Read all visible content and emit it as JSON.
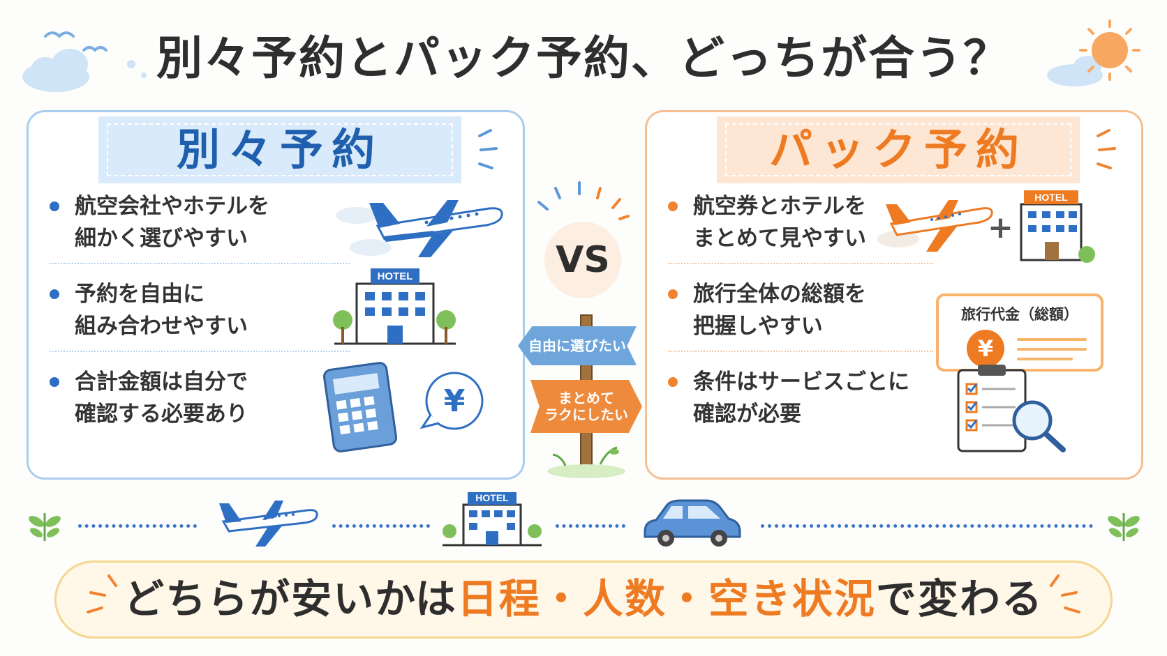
{
  "title": "別々予約とパック予約、どっちが合う？",
  "left": {
    "heading": "別々予約",
    "items": [
      {
        "line1": "航空会社やホテルを",
        "line2": "細かく選びやすい"
      },
      {
        "line1": "予約を自由に",
        "line2": "組み合わせやすい"
      },
      {
        "line1": "合計金額は自分で",
        "line2": "確認する必要あり"
      }
    ],
    "hotel_sign": "HOTEL",
    "yen_symbol": "¥"
  },
  "right": {
    "heading": "パック予約",
    "items": [
      {
        "line1": "航空券とホテルを",
        "line2": "まとめて見やすい"
      },
      {
        "line1": "旅行全体の総額を",
        "line2": "把握しやすい"
      },
      {
        "line1": "条件はサービスごとに",
        "line2": "確認が必要"
      }
    ],
    "hotel_sign": "HOTEL",
    "plus": "+",
    "price_label": "旅行代金（総額）",
    "yen_symbol": "¥"
  },
  "center": {
    "vs": "VS",
    "sign1": "自由に選びたい",
    "sign2_line1": "まとめて",
    "sign2_line2": "ラクにしたい"
  },
  "bottom": {
    "hotel_sign": "HOTEL",
    "text_before": "どちらが安いかは",
    "highlight": "日程・人数・空き状況",
    "text_after": "で変わる"
  },
  "colors": {
    "left_accent": "#2f6fc3",
    "right_accent": "#ee7a22"
  }
}
